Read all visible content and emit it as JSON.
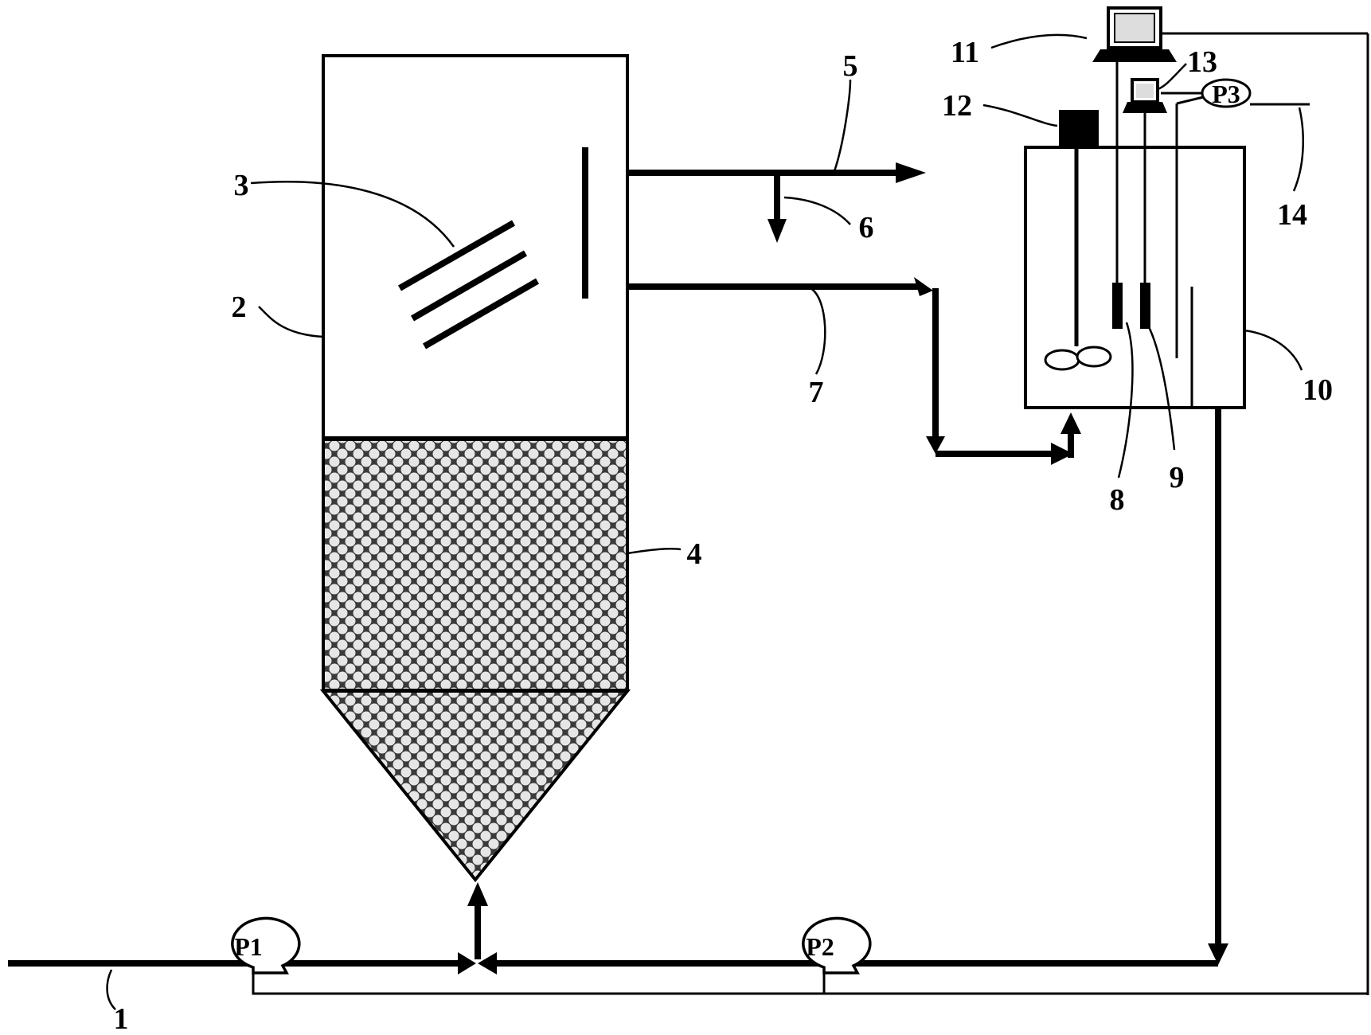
{
  "labels": {
    "n1": "1",
    "n2": "2",
    "n3": "3",
    "n4": "4",
    "n5": "5",
    "n6": "6",
    "n7": "7",
    "n8": "8",
    "n9": "9",
    "n10": "10",
    "n11": "11",
    "n12": "12",
    "n13": "13",
    "n14": "14"
  },
  "pumps": {
    "p1": "P1",
    "p2": "P2",
    "p3": "P3"
  },
  "colors": {
    "line": "#000000",
    "background": "#ffffff",
    "granular_bed": "#3a3a3a"
  }
}
